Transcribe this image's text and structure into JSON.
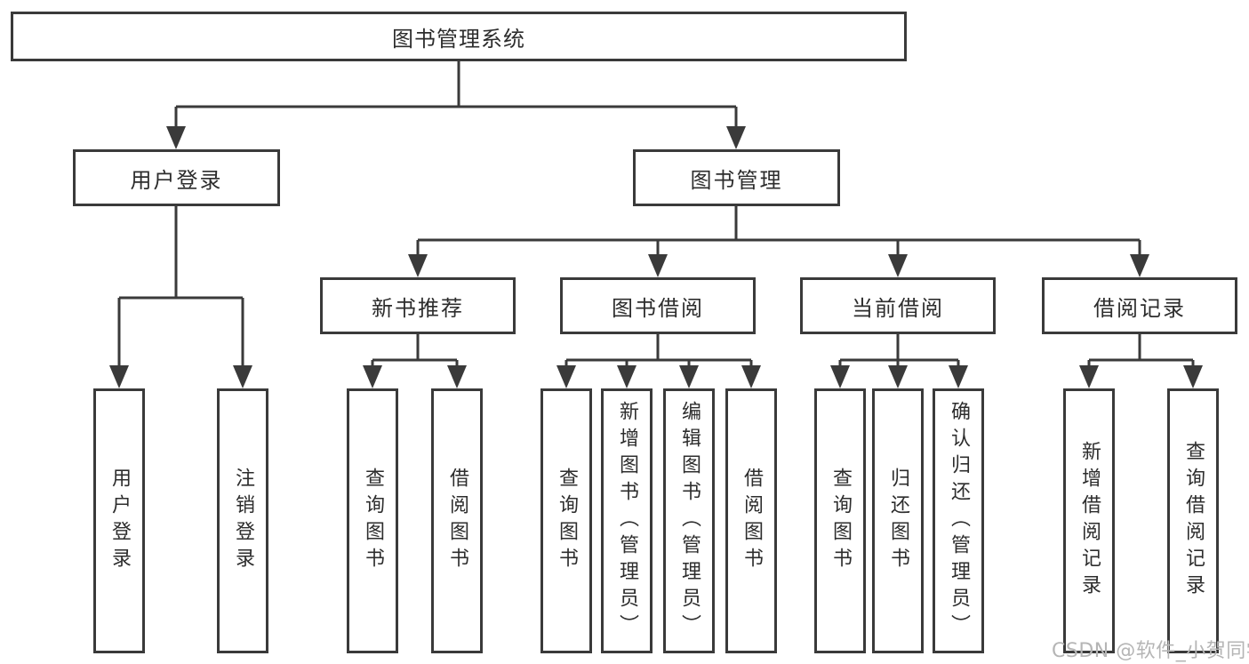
{
  "tree": {
    "label": "图书管理系统",
    "children": [
      {
        "label": "用户登录",
        "children": [
          {
            "label": "用户登录"
          },
          {
            "label": "注销登录"
          }
        ]
      },
      {
        "label": "图书管理",
        "children": [
          {
            "label": "新书推荐",
            "children": [
              {
                "label": "查询图书"
              },
              {
                "label": "借阅图书"
              }
            ]
          },
          {
            "label": "图书借阅",
            "children": [
              {
                "label": "查询图书"
              },
              {
                "label": "新增图书（管理员）"
              },
              {
                "label": "编辑图书（管理员）"
              },
              {
                "label": "借阅图书"
              }
            ]
          },
          {
            "label": "当前借阅",
            "children": [
              {
                "label": "查询图书"
              },
              {
                "label": "归还图书"
              },
              {
                "label": "确认归还（管理员）"
              }
            ]
          },
          {
            "label": "借阅记录",
            "children": [
              {
                "label": "新增借阅记录"
              },
              {
                "label": "查询借阅记录"
              }
            ]
          }
        ]
      }
    ]
  },
  "watermark": {
    "text": "CSDN @软件_小贺同学"
  },
  "colors": {
    "line": "#3a3a3a",
    "text": "#2d2d2d",
    "watermark": "#b5b5b5",
    "background": "#ffffff"
  }
}
